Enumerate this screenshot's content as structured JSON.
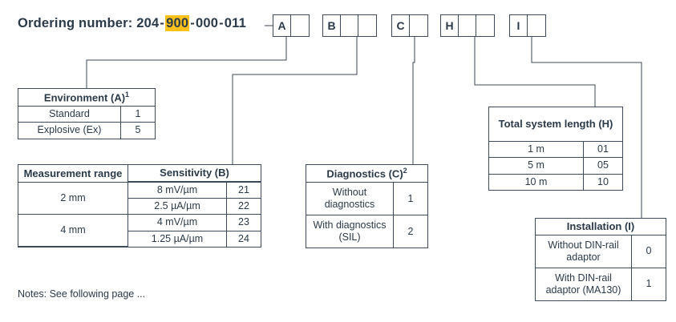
{
  "order": {
    "label": "Ordering number:",
    "segments": [
      "204",
      "900",
      "000",
      "011"
    ],
    "highlight_segment": "900",
    "highlight_color": "#fcc21b",
    "separator": "-"
  },
  "code_groups": [
    {
      "name": "A",
      "letter": "A",
      "cells": 2
    },
    {
      "name": "B",
      "letter": "B",
      "cells": 3
    },
    {
      "name": "C",
      "letter": "C",
      "cells": 2
    },
    {
      "name": "H",
      "letter": "H",
      "cells": 3
    },
    {
      "name": "I",
      "letter": "I",
      "cells": 2
    }
  ],
  "tables": {
    "environment": {
      "title": "Environment (A)",
      "title_superscript": "1",
      "rows": [
        {
          "label": "Standard",
          "code": "1"
        },
        {
          "label": "Explosive (Ex)",
          "code": "5"
        }
      ]
    },
    "measurement": {
      "title_left": "Measurement range",
      "title_right": "Sensitivity (B)",
      "groups": [
        {
          "range": "2 mm",
          "rows": [
            {
              "value": "8 mV/µm",
              "code": "21"
            },
            {
              "value": "2.5 µA/µm",
              "code": "22"
            }
          ]
        },
        {
          "range": "4 mm",
          "rows": [
            {
              "value": "4 mV/µm",
              "code": "23"
            },
            {
              "value": "1.25 µA/µm",
              "code": "24"
            }
          ]
        }
      ]
    },
    "diagnostics": {
      "title": "Diagnostics (C)",
      "title_superscript": "2",
      "rows": [
        {
          "label": "Without diagnostics",
          "code": "1"
        },
        {
          "label": "With diagnostics (SIL)",
          "code": "2"
        }
      ]
    },
    "total_length": {
      "title": "Total system length (H)",
      "rows": [
        {
          "label": "1 m",
          "code": "01"
        },
        {
          "label": "5 m",
          "code": "05"
        },
        {
          "label": "10 m",
          "code": "10"
        }
      ]
    },
    "installation": {
      "title": "Installation (I)",
      "rows": [
        {
          "label": "Without DIN-rail adaptor",
          "code": "0"
        },
        {
          "label": "With DIN-rail adaptor (MA130)",
          "code": "1"
        }
      ]
    }
  },
  "notes": "Notes: See following page ...",
  "colors": {
    "line": "#3c4a5a",
    "text": "#2b3a4a",
    "highlight": "#fcc21b"
  }
}
